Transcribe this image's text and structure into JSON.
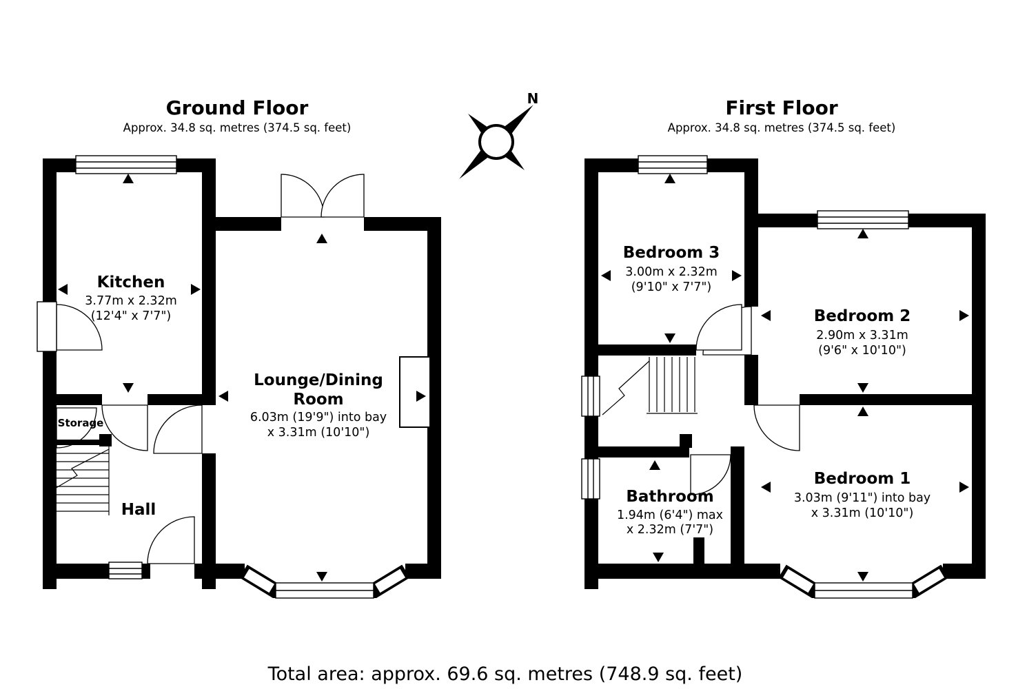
{
  "ground_floor": {
    "title": "Ground Floor",
    "subtitle": "Approx. 34.8 sq. metres (374.5 sq. feet)",
    "kitchen": {
      "name": "Kitchen",
      "dim_metric": "3.77m x 2.32m",
      "dim_imperial": "(12'4\" x 7'7\")"
    },
    "lounge": {
      "name": "Lounge/Dining Room",
      "dim_metric": "6.03m (19'9\") into bay",
      "dim_imperial": "x 3.31m (10'10\")"
    },
    "storage": {
      "name": "Storage"
    },
    "hall": {
      "name": "Hall"
    }
  },
  "first_floor": {
    "title": "First Floor",
    "subtitle": "Approx. 34.8 sq. metres (374.5 sq. feet)",
    "bedroom3": {
      "name": "Bedroom 3",
      "dim_metric": "3.00m x 2.32m",
      "dim_imperial": "(9'10\" x 7'7\")"
    },
    "bedroom2": {
      "name": "Bedroom 2",
      "dim_metric": "2.90m x 3.31m",
      "dim_imperial": "(9'6\" x 10'10\")"
    },
    "bedroom1": {
      "name": "Bedroom 1",
      "dim_metric": "3.03m (9'11\") into bay",
      "dim_imperial": "x 3.31m (10'10\")"
    },
    "bathroom": {
      "name": "Bathroom",
      "dim_metric": "1.94m (6'4\") max",
      "dim_imperial": "x 2.32m (7'7\")"
    }
  },
  "compass": {
    "label": "N"
  },
  "footer": {
    "total_area": "Total area: approx. 69.6 sq. metres (748.9 sq. feet)"
  },
  "colors": {
    "walls": "#000000",
    "background": "#ffffff"
  }
}
